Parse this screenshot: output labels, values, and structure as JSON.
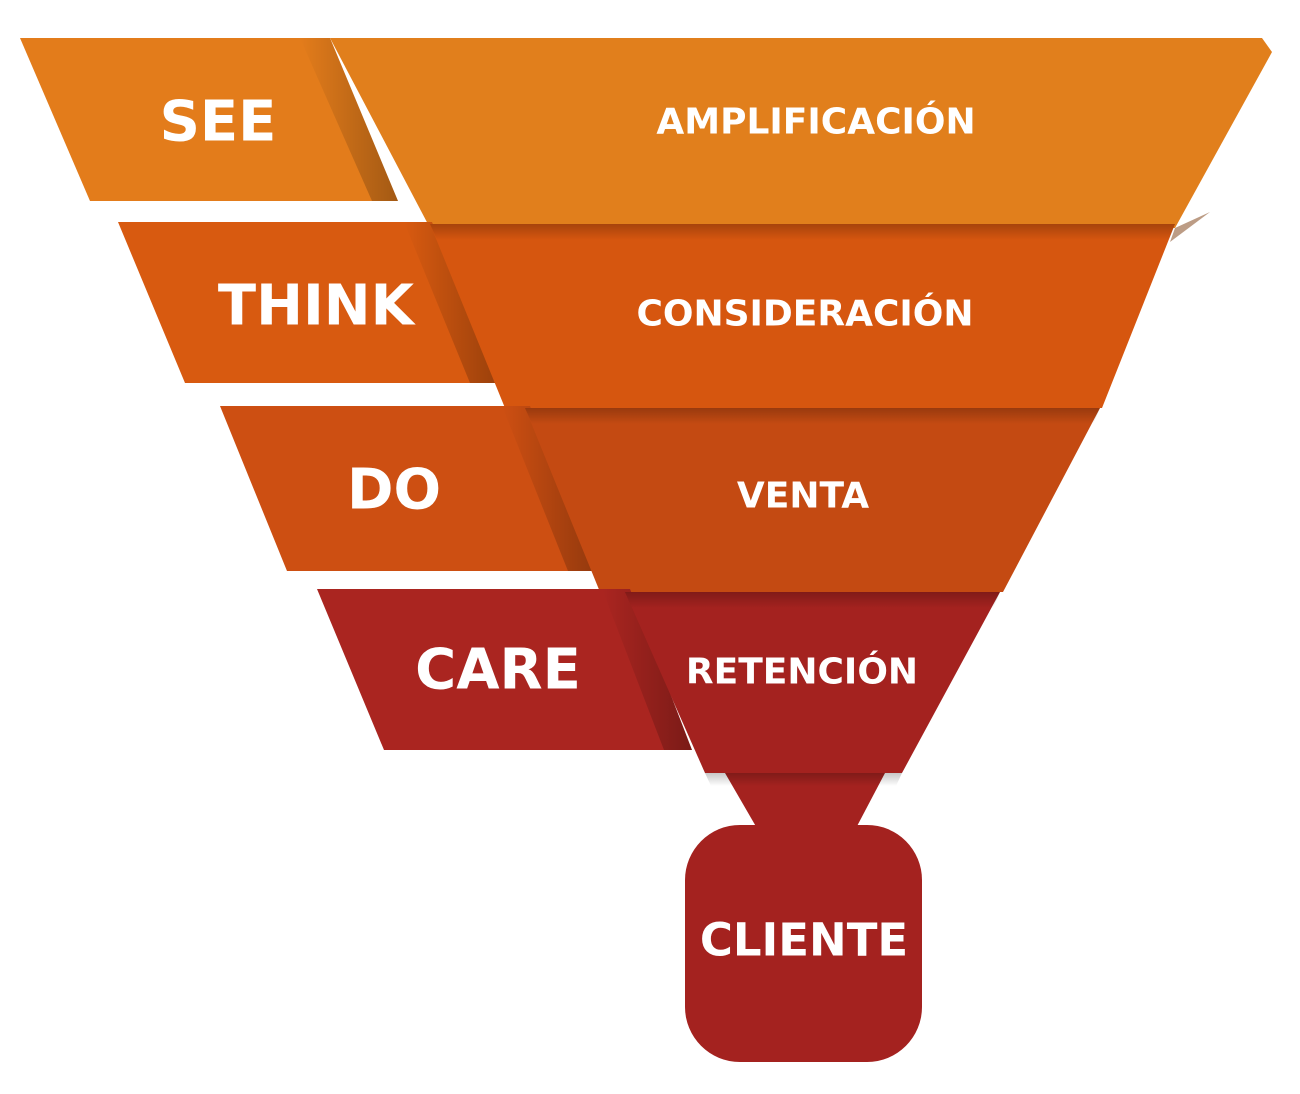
{
  "funnel": {
    "stages": [
      {
        "label": "SEE",
        "phase": "AMPLIFICACIÓN",
        "color": "#E17F1C",
        "side_color": "#E37C1B"
      },
      {
        "label": "THINK",
        "phase": "CONSIDERACIÓN",
        "color": "#D6560F",
        "side_color": "#D85A10"
      },
      {
        "label": "DO",
        "phase": "VENTA",
        "color": "#C44A12",
        "side_color": "#CD4F12"
      },
      {
        "label": "CARE",
        "phase": "RETENCIÓN",
        "color": "#A4221F",
        "side_color": "#AA2520"
      }
    ],
    "outcome": {
      "label": "CLIENTE",
      "color": "#A4221F"
    }
  }
}
